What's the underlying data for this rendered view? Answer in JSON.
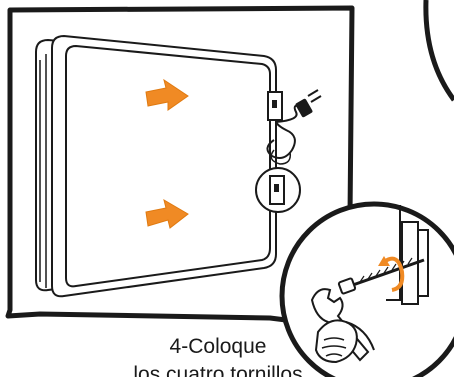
{
  "caption": {
    "line1": "4-Coloque",
    "line2": "los cuatro tornillos"
  },
  "colors": {
    "outline": "#1a1a1a",
    "arrow": "#f08a24",
    "panel": "#ffffff"
  },
  "icons": [
    "panel-illustration",
    "power-plug-icon",
    "arrow-right-icon",
    "wrench-icon",
    "screw-icon",
    "hand-thumb-icon"
  ]
}
